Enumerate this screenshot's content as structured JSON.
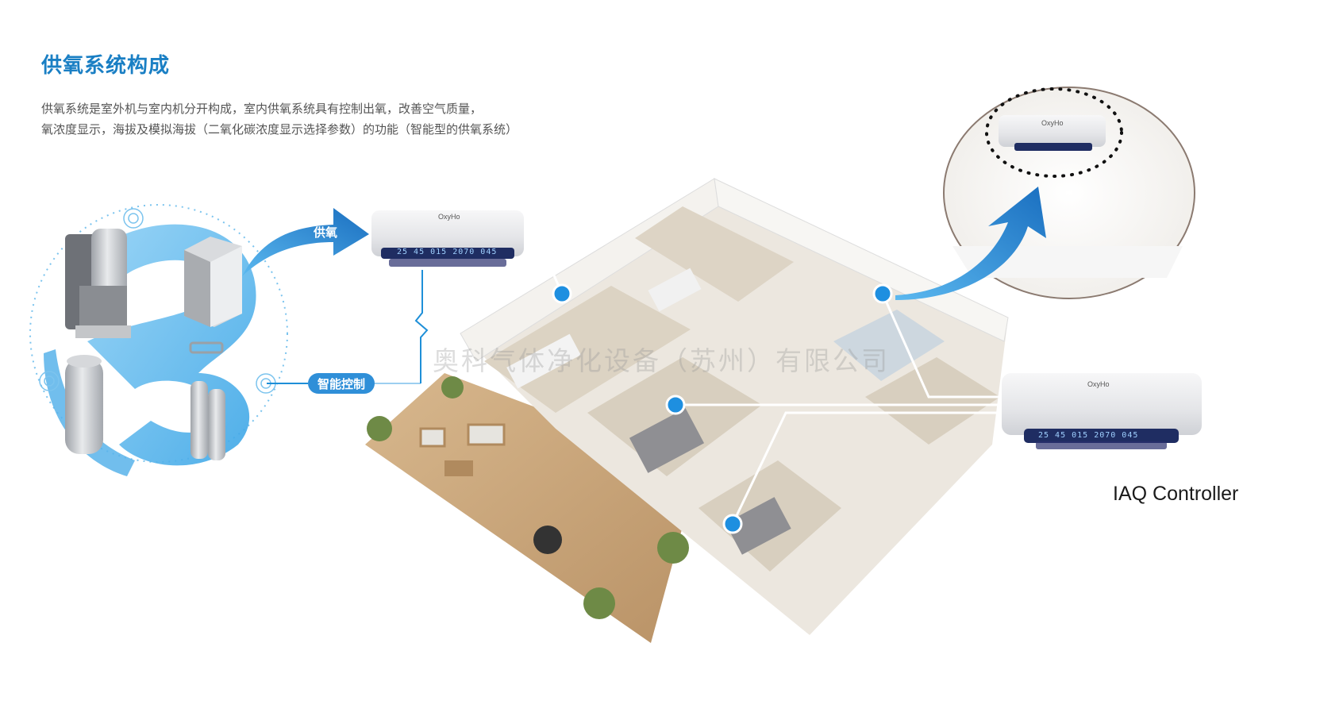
{
  "header": {
    "title": "供氧系统构成",
    "description_line1": "供氧系统是室外机与室内机分开构成，室内供氧系统具有控制出氧，改善空气质量，",
    "description_line2": "氧浓度显示，海拔及模拟海拔（二氧化碳浓度显示选择参数）的功能（智能型的供氧系统）"
  },
  "labels": {
    "oxygen_supply": "供氧",
    "smart_control": "智能控制",
    "iaq_controller": "IAQ Controller",
    "watermark": "奥科气体净化设备（苏州）有限公司"
  },
  "device": {
    "brand": "OxyHo",
    "display_readout": "25  45  015  2070  045"
  },
  "colors": {
    "accent": "#1a7fc4",
    "arrow_blue": "#1e8fd8",
    "marker_blue": "#1e8fe0",
    "unit_body": "#e9eaec",
    "unit_base": "#2a2f6e",
    "floor": "#c9a57a"
  }
}
